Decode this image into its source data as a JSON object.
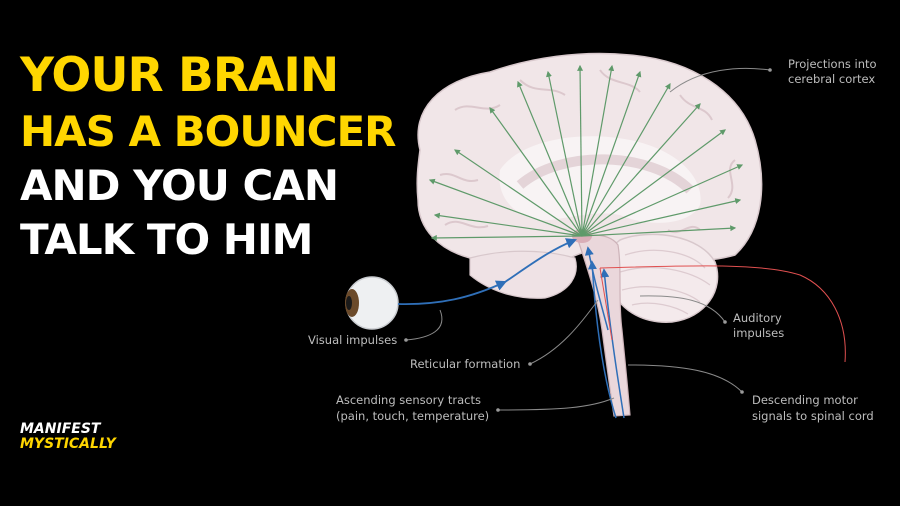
{
  "headline": {
    "line1": "YOUR BRAIN",
    "line2": "HAS A BOUNCER",
    "line3": "AND YOU CAN",
    "line4": "TALK TO HIM"
  },
  "logo": {
    "line1": "MANIFEST",
    "line2": "MYSTICALLY"
  },
  "diagram_labels": {
    "projections_1": "Projections into",
    "projections_2": "cerebral cortex",
    "visual": "Visual impulses",
    "reticular": "Reticular formation",
    "auditory_1": "Auditory",
    "auditory_2": "impulses",
    "ascending_1": "Ascending sensory tracts",
    "ascending_2": "(pain, touch, temperature)",
    "descending_1": "Descending motor",
    "descending_2": "signals to spinal cord"
  },
  "colors": {
    "headline_accent": "#FFD600",
    "headline_white": "#FFFFFF",
    "projection_arrows": "#5f9a6a",
    "sensory_arrows": "#2f6fb8",
    "motor_line": "#e05050",
    "brain_fill": "#f1e6e8"
  }
}
